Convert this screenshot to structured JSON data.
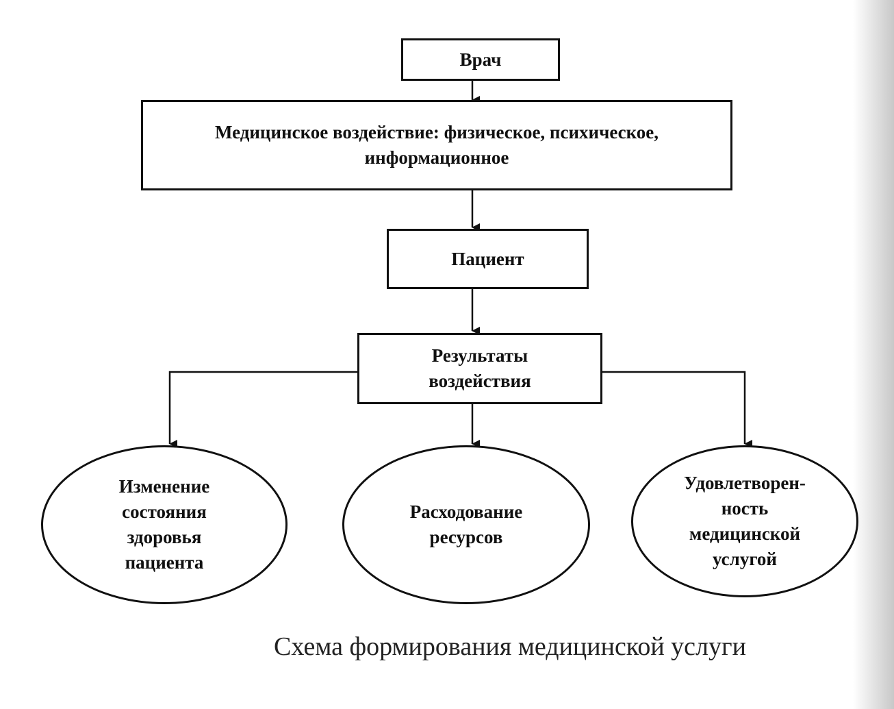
{
  "diagram": {
    "nodes": {
      "doctor": {
        "lines": [
          "Врач"
        ]
      },
      "impact": {
        "lines": [
          "Медицинское воздействие: физическое, психическое,",
          "информационное"
        ]
      },
      "patient": {
        "lines": [
          "Пациент"
        ]
      },
      "results": {
        "lines": [
          "Результаты",
          "воздействия"
        ]
      },
      "health_change": {
        "lines": [
          "Изменение",
          "состояния",
          "здоровья",
          "пациента"
        ]
      },
      "resources": {
        "lines": [
          "Расходование",
          "ресурсов"
        ]
      },
      "satisfaction": {
        "lines": [
          "Удовлетворен-",
          "ность",
          "медицинской",
          "услугой"
        ]
      }
    },
    "edges": [
      {
        "from": "doctor",
        "to": "impact"
      },
      {
        "from": "impact",
        "to": "patient"
      },
      {
        "from": "patient",
        "to": "results"
      },
      {
        "from": "results",
        "to": "health_change"
      },
      {
        "from": "results",
        "to": "resources"
      },
      {
        "from": "results",
        "to": "satisfaction"
      }
    ]
  },
  "caption": "Схема формирования медицинской услуги",
  "colors": {
    "line": "#111111",
    "background": "#ffffff"
  }
}
